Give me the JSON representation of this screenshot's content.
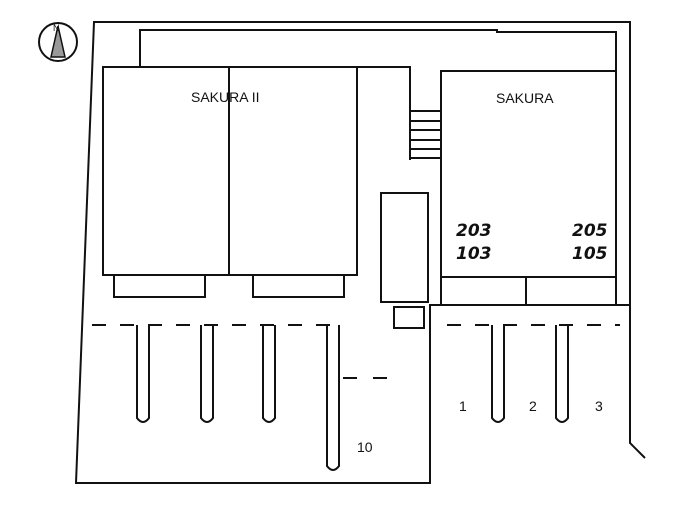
{
  "compass": {
    "label": "N"
  },
  "buildings": [
    {
      "name": "SAKURA II"
    },
    {
      "name": "SAKURA",
      "units": [
        "203",
        "205",
        "103",
        "105"
      ]
    }
  ],
  "parking": {
    "labels": [
      "1",
      "2",
      "3",
      "10"
    ]
  },
  "colors": {
    "line": "#111111",
    "background": "#ffffff"
  }
}
